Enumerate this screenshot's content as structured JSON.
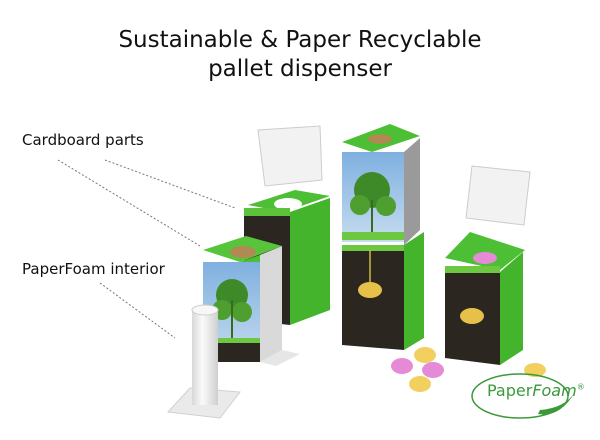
{
  "title": {
    "line1": "Sustainable & Paper Recyclable",
    "line2": "pallet dispenser"
  },
  "labels": {
    "cardboard": "Cardboard parts",
    "interior": "PaperFoam interior"
  },
  "logo": {
    "text_a": "Paper",
    "text_b": "Foam",
    "mark": "®"
  },
  "colors": {
    "box_green": "#4cbf34",
    "box_green_dark": "#2f9a22",
    "soil": "#2b2720",
    "sky": "#9cc3e6",
    "potato": "#e7c04a",
    "candy_pink": "#e48ad6",
    "candy_yellow": "#f2d060",
    "logo_green": "#3a9a3a"
  }
}
